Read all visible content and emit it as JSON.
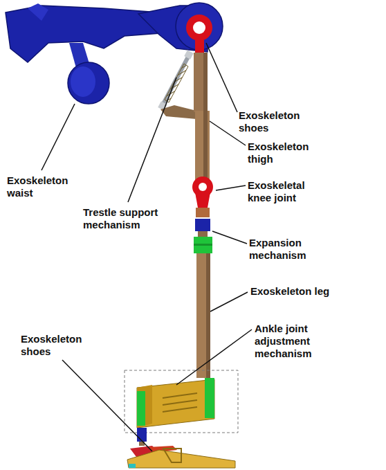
{
  "diagram": {
    "labels": [
      "Exoskeleton shoes",
      "Exoskeleton thigh",
      "Exoskeletal knee joint",
      "Expansion mechanism",
      "Exoskeleton leg",
      "Ankle joint adjustment mechanism",
      "Exoskeleton shoes",
      "Exoskeleton waist",
      "Trestle support mechanism"
    ]
  }
}
